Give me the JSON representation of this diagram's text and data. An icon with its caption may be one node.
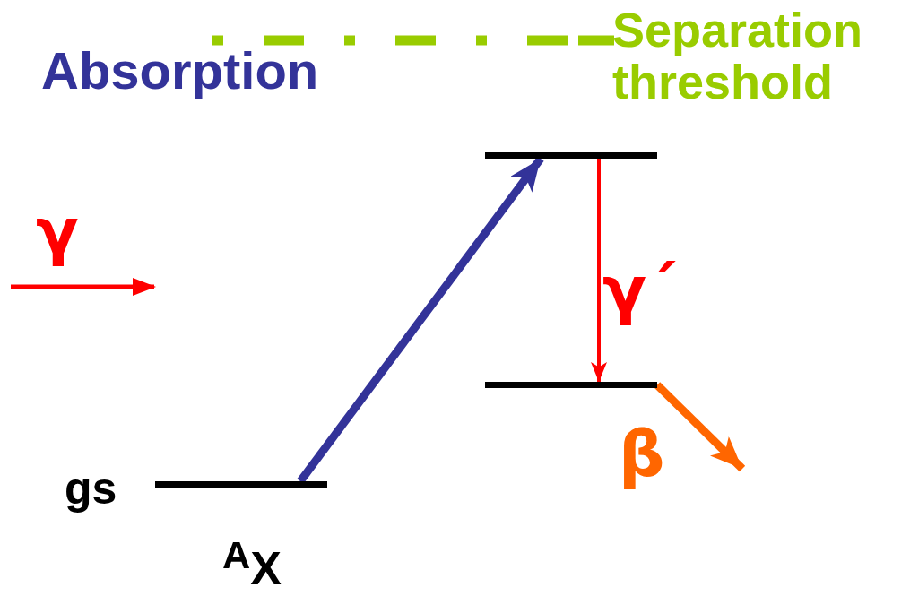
{
  "diagram": {
    "nodes": [
      {
        "text": [],
        "shape": "bar",
        "beside": [
          "gs"
        ]
      },
      {
        "text": [],
        "shape": "bar"
      },
      {
        "text": [],
        "shape": "bar"
      }
    ],
    "edges": [
      {
        "from": 0,
        "to": 1,
        "arrow": "to",
        "color": "#333399"
      },
      {
        "from": 1,
        "to": 2,
        "arrow": "to",
        "color": "#ff0000",
        "label": "γ´"
      },
      {
        "from": 2,
        "to": null,
        "arrow": "to",
        "color": "#ff6600",
        "label": "β"
      }
    ],
    "labels": [
      "Absorption",
      "Separation threshold",
      "γ",
      "$^{A}$X"
    ]
  }
}
